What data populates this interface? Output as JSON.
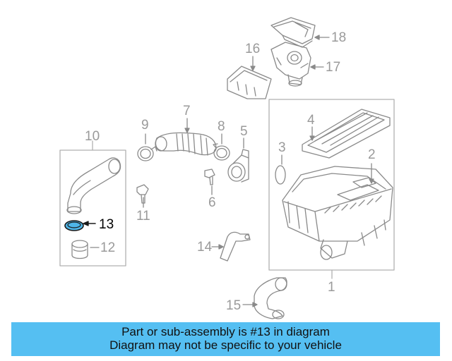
{
  "callouts": {
    "c1": "1",
    "c2": "2",
    "c3": "3",
    "c4": "4",
    "c5": "5",
    "c6": "6",
    "c7": "7",
    "c8": "8",
    "c9": "9",
    "c10": "10",
    "c11": "11",
    "c12": "12",
    "c13": "13",
    "c14": "14",
    "c15": "15",
    "c16": "16",
    "c17": "17",
    "c18": "18"
  },
  "highlight": {
    "part": "13",
    "color": "#4fb6e8"
  },
  "banner": {
    "line1": "Part or sub-assembly is #13 in diagram",
    "line2": "Diagram may not be specific to your vehicle",
    "color": "#55bff2"
  }
}
